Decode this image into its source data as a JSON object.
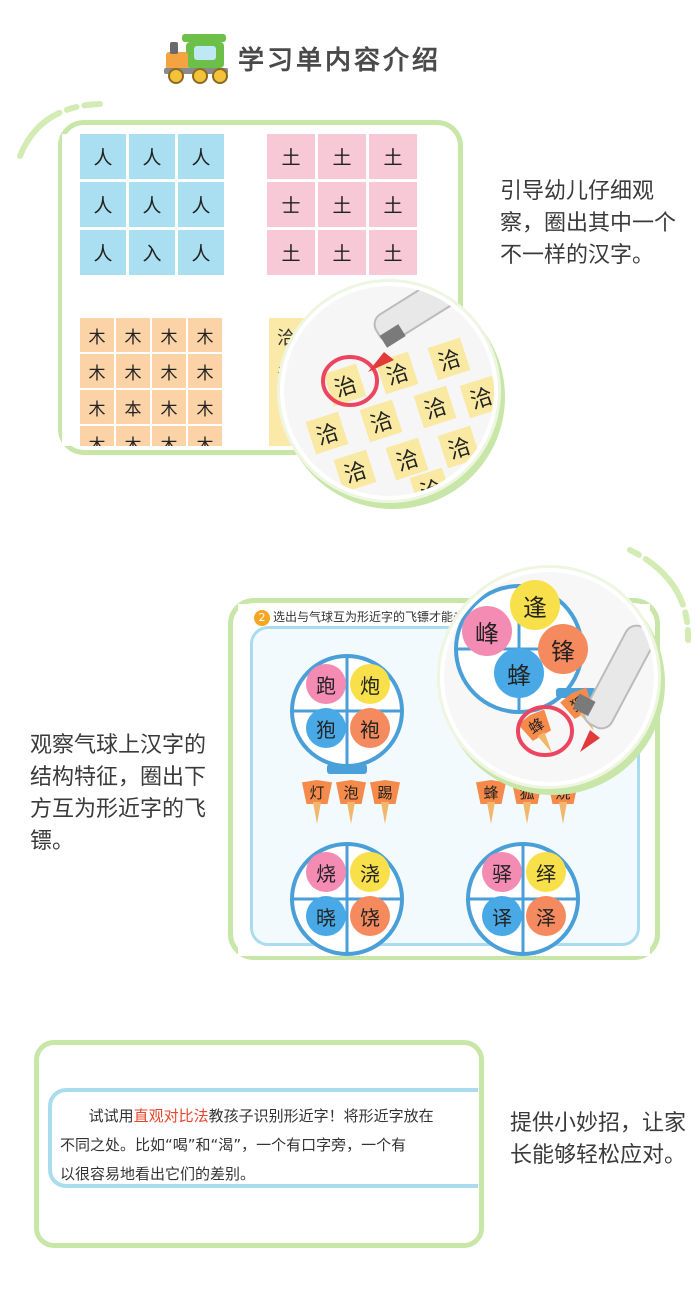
{
  "header": {
    "title": "学习单内容介绍"
  },
  "section1": {
    "grid_blue": [
      "人",
      "人",
      "人",
      "人",
      "人",
      "人",
      "人",
      "入",
      "人"
    ],
    "grid_pink": [
      "土",
      "土",
      "土",
      "士",
      "土",
      "土",
      "土",
      "土",
      "土"
    ],
    "grid_orange": [
      "木",
      "木",
      "木",
      "木",
      "木",
      "木",
      "木",
      "木",
      "木",
      "本",
      "木",
      "木",
      "木",
      "木",
      "木",
      "木"
    ],
    "yellow_peek": [
      "洽",
      "洽"
    ],
    "zoom_chars": [
      "治",
      "洽",
      "洽",
      "洽",
      "洽",
      "洽",
      "洽",
      "洽",
      "洽",
      "洽",
      "洽",
      "洽"
    ],
    "description": "引导幼儿仔细观察，圈出其中一个不一样的汉字。"
  },
  "section2": {
    "number": "2",
    "title": "选出与气球互为形近字的飞镖才能击破气球",
    "wheels": [
      {
        "chars": [
          "跑",
          "炮",
          "狍",
          "袍"
        ]
      },
      {
        "chars": [
          "烧",
          "浇",
          "晓",
          "饶"
        ]
      },
      {
        "chars": [
          "驿",
          "绎",
          "译",
          "泽"
        ]
      }
    ],
    "darts_left": [
      "灯",
      "泡",
      "踢"
    ],
    "darts_right": [
      "蜂",
      "狐",
      "烧"
    ],
    "zoom_chars": [
      "峰",
      "逢",
      "蜂",
      "锋",
      "蜂",
      "狐"
    ],
    "description": "观察气球上汉字的结构特征，圈出下方互为形近字的飞镖。"
  },
  "section3": {
    "text_before": "试试用",
    "text_highlight": "直观对比法",
    "text_after": "教孩子识别形近字！将形近字放在",
    "line2": "不同之处。比如“喝”和“渴”，一个有口字旁，一个有",
    "line3": "以很容易地看出它们的差别。",
    "description": "提供小妙招，让家长能够轻松应对。"
  },
  "colors": {
    "frame_green": "#c8e6a8",
    "accent_blue": "#4a9fd8",
    "highlight_red": "#e8452c"
  }
}
